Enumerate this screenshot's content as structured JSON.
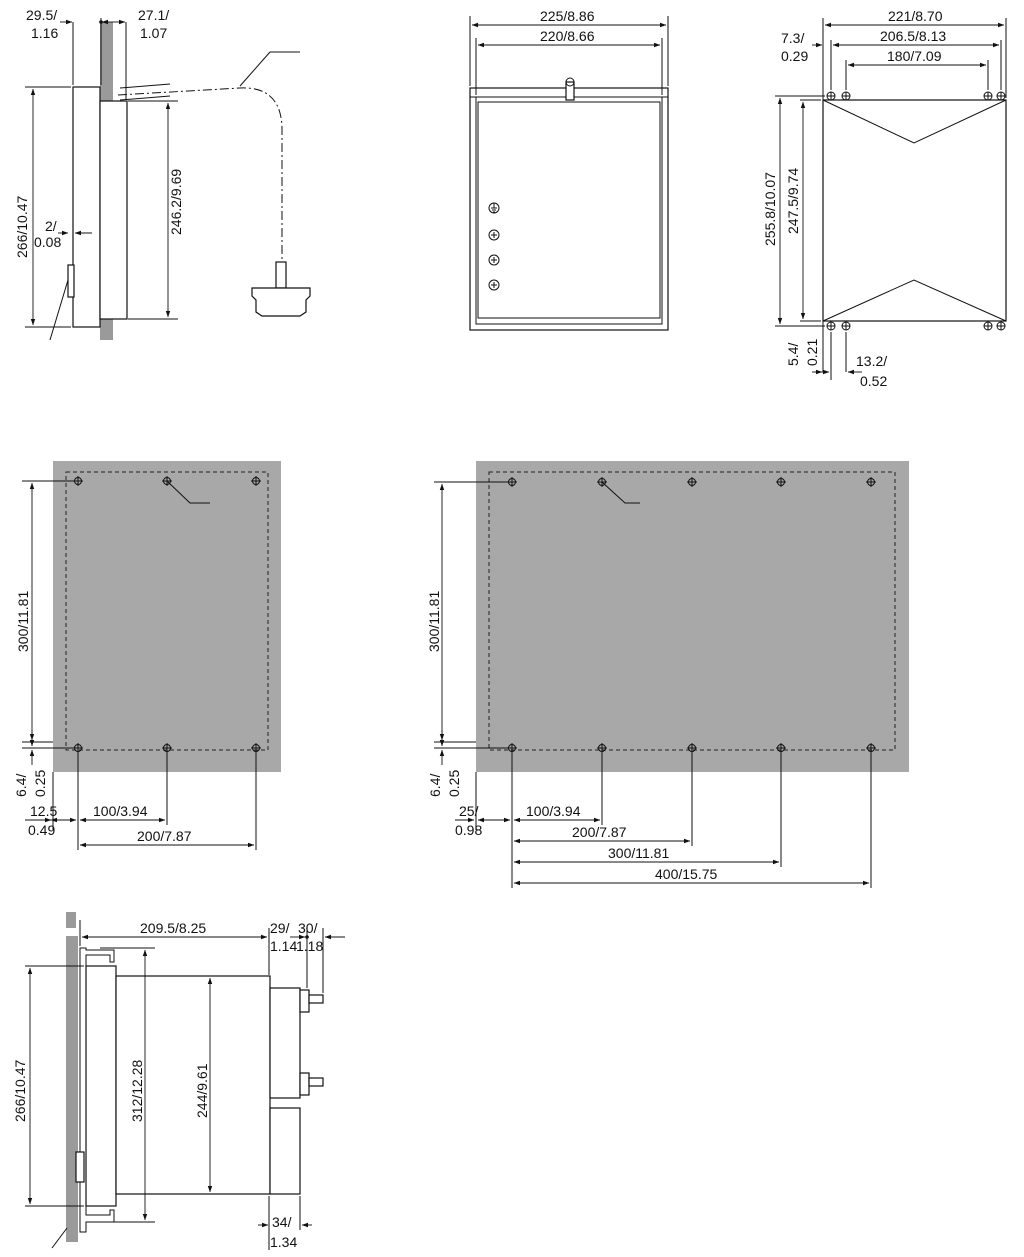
{
  "colors": {
    "ink": "#111111",
    "panel": "#a8a8a8",
    "wall": "#9a9a9a",
    "background": "#ffffff"
  },
  "side_view": {
    "d_29_5": "29.5/",
    "d_1_16": "1.16",
    "d_27_1": "27.1/",
    "d_1_07": "1.07",
    "d_266": "266/10.47",
    "d_2": "2/",
    "d_0_08": "0.08",
    "d_246_2": "246.2/9.69"
  },
  "front_view": {
    "d_225": "225/8.86",
    "d_220": "220/8.66"
  },
  "rear_view": {
    "d_221": "221/8.70",
    "d_7_3": "7.3/",
    "d_0_29": "0.29",
    "d_206_5": "206.5/8.13",
    "d_180": "180/7.09",
    "d_255_8": "255.8/10.07",
    "d_247_5": "247.5/9.74",
    "d_5_4": "5.4/",
    "d_0_21": "0.21",
    "d_13_2": "13.2/",
    "d_0_52": "0.52"
  },
  "cutout_small": {
    "d_300": "300/11.81",
    "d_6_4": "6.4/",
    "d_0_25": "0.25",
    "d_12_5": "12.5",
    "d_0_49": "0.49",
    "d_100": "100/3.94",
    "d_200": "200/7.87"
  },
  "cutout_large": {
    "d_300": "300/11.81",
    "d_6_4": "6.4/",
    "d_0_25": "0.25",
    "d_25": "25/",
    "d_0_98": "0.98",
    "d_100": "100/3.94",
    "d_200": "200/7.87",
    "d_300b": "300/11.81",
    "d_400": "400/15.75"
  },
  "section_view": {
    "d_209_5": "209.5/8.25",
    "d_29": "29/",
    "d_1_14": "1.14",
    "d_30": "30/",
    "d_1_18": "1.18",
    "d_266": "266/10.47",
    "d_312": "312/12.28",
    "d_244": "244/9.61",
    "d_34": "34/",
    "d_1_34": "1.34"
  }
}
